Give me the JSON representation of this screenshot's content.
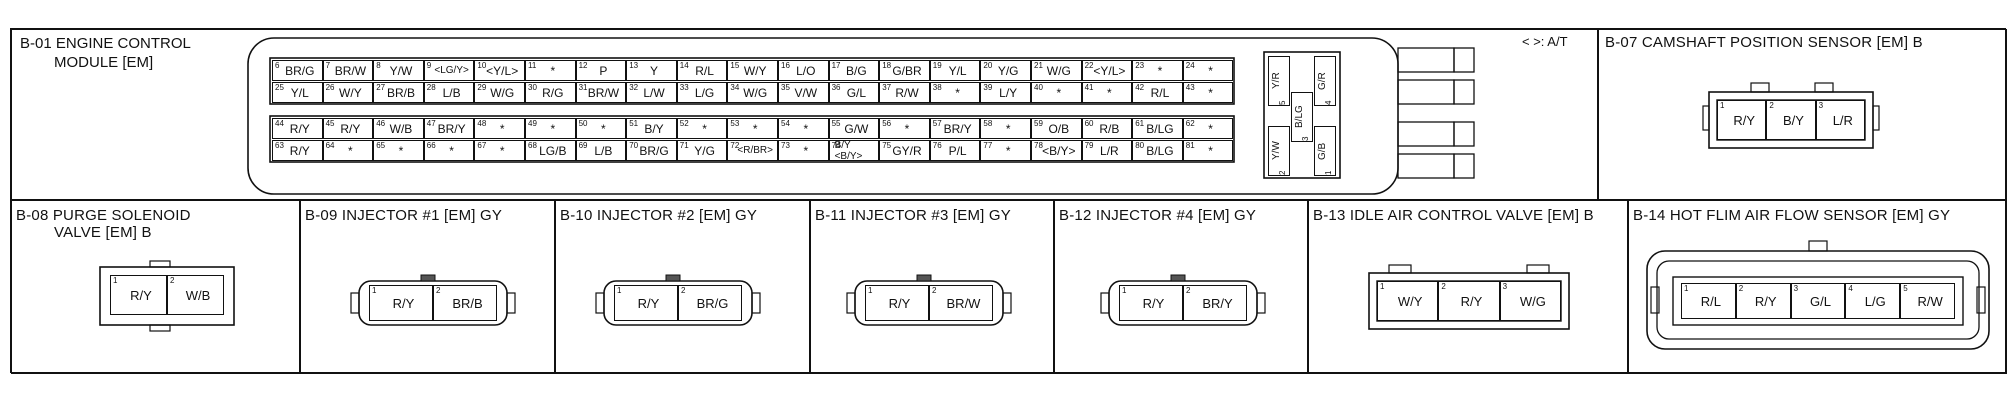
{
  "ecm": {
    "title_line1": "B-01 ENGINE CONTROL",
    "title_line2": "MODULE [EM]",
    "at_legend": "< >: A/T",
    "pins": [
      {
        "n": "6",
        "c": "BR/G"
      },
      {
        "n": "7",
        "c": "BR/W"
      },
      {
        "n": "8",
        "c": "Y/W"
      },
      {
        "n": "9",
        "c": "<LG/Y>",
        "s": true
      },
      {
        "n": "10",
        "c": "<Y/L>",
        "s": true
      },
      {
        "n": "11",
        "c": "*"
      },
      {
        "n": "12",
        "c": "P"
      },
      {
        "n": "13",
        "c": "Y"
      },
      {
        "n": "14",
        "c": "R/L"
      },
      {
        "n": "15",
        "c": "W/Y"
      },
      {
        "n": "16",
        "c": "L/O"
      },
      {
        "n": "17",
        "c": "B/G"
      },
      {
        "n": "18",
        "c": "G/BR"
      },
      {
        "n": "19",
        "c": "Y/L"
      },
      {
        "n": "20",
        "c": "Y/G"
      },
      {
        "n": "21",
        "c": "W/G"
      },
      {
        "n": "22",
        "c": "<Y/L>",
        "s": true
      },
      {
        "n": "23",
        "c": "*"
      },
      {
        "n": "24",
        "c": "*"
      },
      {
        "n": "25",
        "c": "Y/L"
      },
      {
        "n": "26",
        "c": "W/Y"
      },
      {
        "n": "27",
        "c": "BR/B"
      },
      {
        "n": "28",
        "c": "L/B"
      },
      {
        "n": "29",
        "c": "W/G"
      },
      {
        "n": "30",
        "c": "R/G"
      },
      {
        "n": "31",
        "c": "BR/W"
      },
      {
        "n": "32",
        "c": "L/W"
      },
      {
        "n": "33",
        "c": "L/G"
      },
      {
        "n": "34",
        "c": "W/G"
      },
      {
        "n": "35",
        "c": "V/W"
      },
      {
        "n": "36",
        "c": "G/L"
      },
      {
        "n": "37",
        "c": "R/W"
      },
      {
        "n": "38",
        "c": "*"
      },
      {
        "n": "39",
        "c": "L/Y"
      },
      {
        "n": "40",
        "c": "*"
      },
      {
        "n": "41",
        "c": "*"
      },
      {
        "n": "42",
        "c": "R/L"
      },
      {
        "n": "43",
        "c": "*"
      },
      {
        "n": "44",
        "c": "R/Y"
      },
      {
        "n": "45",
        "c": "R/Y"
      },
      {
        "n": "46",
        "c": "W/B"
      },
      {
        "n": "47",
        "c": "BR/Y"
      },
      {
        "n": "48",
        "c": "*"
      },
      {
        "n": "49",
        "c": "*"
      },
      {
        "n": "50",
        "c": "*"
      },
      {
        "n": "51",
        "c": "B/Y"
      },
      {
        "n": "52",
        "c": "*"
      },
      {
        "n": "53",
        "c": "*"
      },
      {
        "n": "54",
        "c": "*"
      },
      {
        "n": "55",
        "c": "G/W"
      },
      {
        "n": "56",
        "c": "*"
      },
      {
        "n": "57",
        "c": "BR/Y"
      },
      {
        "n": "58",
        "c": "*"
      },
      {
        "n": "59",
        "c": "O/B"
      },
      {
        "n": "60",
        "c": "R/B"
      },
      {
        "n": "61",
        "c": "B/LG"
      },
      {
        "n": "62",
        "c": "*"
      },
      {
        "n": "63",
        "c": "R/Y"
      },
      {
        "n": "64",
        "c": "*"
      },
      {
        "n": "65",
        "c": "*"
      },
      {
        "n": "66",
        "c": "*"
      },
      {
        "n": "67",
        "c": "*"
      },
      {
        "n": "68",
        "c": "LG/B"
      },
      {
        "n": "69",
        "c": "L/B"
      },
      {
        "n": "70",
        "c": "BR/G"
      },
      {
        "n": "71",
        "c": "Y/G"
      },
      {
        "n": "72",
        "c": "<R/BR>",
        "s": true
      },
      {
        "n": "73",
        "c": "*"
      },
      {
        "n": "74",
        "c": "B/Y <B/Y>"
      },
      {
        "n": "75",
        "c": "GY/R"
      },
      {
        "n": "76",
        "c": "P/L"
      },
      {
        "n": "77",
        "c": "*"
      },
      {
        "n": "78",
        "c": "<B/Y>",
        "s": true
      },
      {
        "n": "79",
        "c": "L/R"
      },
      {
        "n": "80",
        "c": "B/LG"
      },
      {
        "n": "81",
        "c": "*"
      }
    ],
    "side_pins": [
      {
        "n": "5",
        "c": "Y/R"
      },
      {
        "n": "4",
        "c": "G/R"
      },
      {
        "n": "3",
        "c": "B/LG"
      },
      {
        "n": "2",
        "c": "Y/W"
      },
      {
        "n": "1",
        "c": "G/B"
      }
    ]
  },
  "connectors": {
    "b07": {
      "title": "B-07 CAMSHAFT POSITION SENSOR [EM] B",
      "pins": [
        {
          "n": "1",
          "c": "R/Y"
        },
        {
          "n": "2",
          "c": "B/Y"
        },
        {
          "n": "3",
          "c": "L/R"
        }
      ]
    },
    "b08": {
      "title_line1": "B-08 PURGE SOLENOID",
      "title_line2": "VALVE [EM] B",
      "pins": [
        {
          "n": "1",
          "c": "R/Y"
        },
        {
          "n": "2",
          "c": "W/B"
        }
      ]
    },
    "b09": {
      "title": "B-09 INJECTOR #1 [EM] GY",
      "pins": [
        {
          "n": "1",
          "c": "R/Y"
        },
        {
          "n": "2",
          "c": "BR/B"
        }
      ]
    },
    "b10": {
      "title": "B-10 INJECTOR #2 [EM] GY",
      "pins": [
        {
          "n": "1",
          "c": "R/Y"
        },
        {
          "n": "2",
          "c": "BR/G"
        }
      ]
    },
    "b11": {
      "title": "B-11 INJECTOR #3 [EM] GY",
      "pins": [
        {
          "n": "1",
          "c": "R/Y"
        },
        {
          "n": "2",
          "c": "BR/W"
        }
      ]
    },
    "b12": {
      "title": "B-12 INJECTOR #4 [EM] GY",
      "pins": [
        {
          "n": "1",
          "c": "R/Y"
        },
        {
          "n": "2",
          "c": "BR/Y"
        }
      ]
    },
    "b13": {
      "title": "B-13 IDLE AIR CONTROL VALVE [EM] B",
      "pins": [
        {
          "n": "1",
          "c": "W/Y"
        },
        {
          "n": "2",
          "c": "R/Y"
        },
        {
          "n": "3",
          "c": "W/G"
        }
      ]
    },
    "b14": {
      "title": "B-14 HOT FLIM AIR FLOW SENSOR [EM] GY",
      "pins": [
        {
          "n": "1",
          "c": "R/L"
        },
        {
          "n": "2",
          "c": "R/Y"
        },
        {
          "n": "3",
          "c": "G/L"
        },
        {
          "n": "4",
          "c": "L/G"
        },
        {
          "n": "5",
          "c": "R/W"
        }
      ]
    }
  }
}
